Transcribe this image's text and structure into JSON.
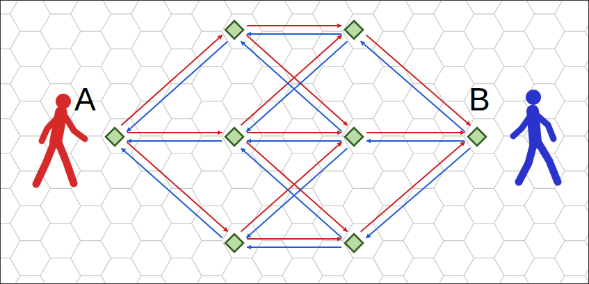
{
  "diagram": {
    "nodes": [
      {
        "text": [
          "A"
        ]
      },
      {
        "text": []
      },
      {
        "text": []
      },
      {
        "text": []
      },
      {
        "text": []
      },
      {
        "text": []
      },
      {
        "text": []
      },
      {
        "text": [
          "B"
        ]
      }
    ],
    "edges": [
      {
        "from": 0,
        "to": 1,
        "arrow": "to"
      },
      {
        "from": 0,
        "to": 3,
        "arrow": "to"
      },
      {
        "from": 0,
        "to": 5,
        "arrow": "to"
      },
      {
        "from": 1,
        "to": 2,
        "arrow": "to"
      },
      {
        "from": 1,
        "to": 4,
        "arrow": "to"
      },
      {
        "from": 3,
        "to": 2,
        "arrow": "to"
      },
      {
        "from": 3,
        "to": 4,
        "arrow": "to"
      },
      {
        "from": 3,
        "to": 6,
        "arrow": "to"
      },
      {
        "from": 5,
        "to": 4,
        "arrow": "to"
      },
      {
        "from": 5,
        "to": 6,
        "arrow": "to"
      },
      {
        "from": 2,
        "to": 7,
        "arrow": "to"
      },
      {
        "from": 4,
        "to": 7,
        "arrow": "to"
      },
      {
        "from": 6,
        "to": 7,
        "arrow": "to"
      },
      {
        "from": 7,
        "to": 2,
        "arrow": "to"
      },
      {
        "from": 7,
        "to": 4,
        "arrow": "to"
      },
      {
        "from": 7,
        "to": 6,
        "arrow": "to"
      },
      {
        "from": 2,
        "to": 1,
        "arrow": "to"
      },
      {
        "from": 4,
        "to": 1,
        "arrow": "to"
      },
      {
        "from": 2,
        "to": 3,
        "arrow": "to"
      },
      {
        "from": 4,
        "to": 3,
        "arrow": "to"
      },
      {
        "from": 6,
        "to": 3,
        "arrow": "to"
      },
      {
        "from": 4,
        "to": 5,
        "arrow": "to"
      },
      {
        "from": 6,
        "to": 5,
        "arrow": "to"
      },
      {
        "from": 1,
        "to": 0,
        "arrow": "to"
      },
      {
        "from": 3,
        "to": 0,
        "arrow": "to"
      },
      {
        "from": 5,
        "to": 0,
        "arrow": "to"
      }
    ]
  }
}
